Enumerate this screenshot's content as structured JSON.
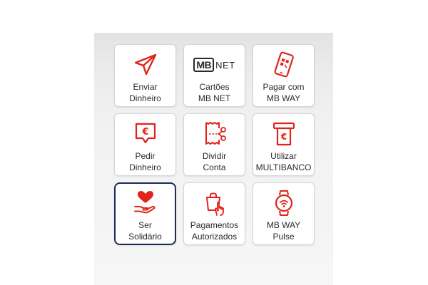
{
  "colors": {
    "accent": "#e2231a",
    "text": "#2b2b2b",
    "selected_border": "#1f2a5c"
  },
  "tiles": [
    {
      "icon": "send-icon",
      "line1": "Enviar",
      "line2": "Dinheiro"
    },
    {
      "icon": "mb-net-logo",
      "logo_text": "MB",
      "logo_suffix": "NET",
      "line1": "Cartões",
      "line2": "MB NET"
    },
    {
      "icon": "phone-qr-icon",
      "line1": "Pagar com",
      "line2": "MB WAY"
    },
    {
      "icon": "request-money-icon",
      "line1": "Pedir",
      "line2": "Dinheiro"
    },
    {
      "icon": "split-bill-icon",
      "line1": "Dividir",
      "line2": "Conta"
    },
    {
      "icon": "atm-icon",
      "line1": "Utilizar",
      "line2": "MULTIBANCO"
    },
    {
      "icon": "heart-hand-icon",
      "line1": "Ser",
      "line2": "Solidário",
      "selected": true
    },
    {
      "icon": "shopping-bag-hand-icon",
      "line1": "Pagamentos",
      "line2": "Autorizados"
    },
    {
      "icon": "smartwatch-icon",
      "line1": "MB WAY",
      "line2": "Pulse"
    }
  ]
}
